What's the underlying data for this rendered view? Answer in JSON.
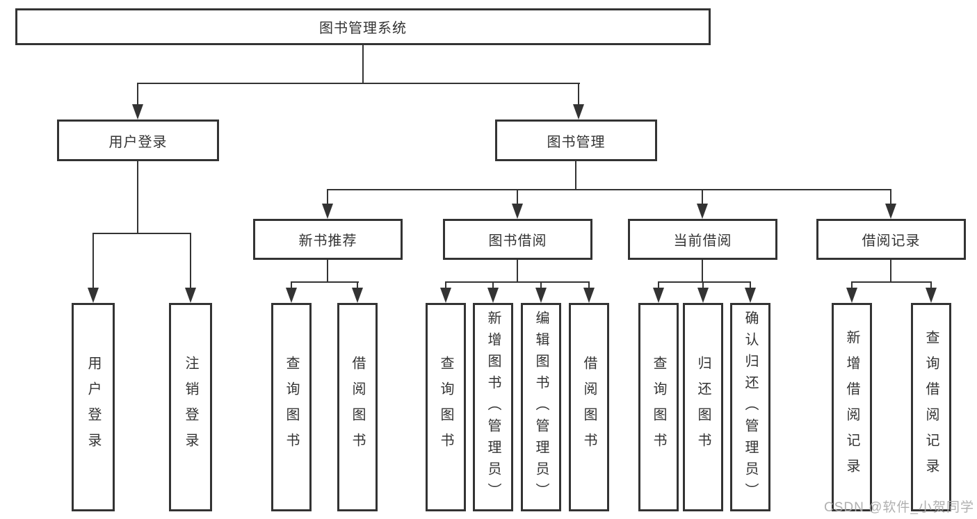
{
  "diagram": {
    "title_node": {
      "label": "图书管理系统"
    },
    "level2": [
      {
        "label": "用户登录"
      },
      {
        "label": "图书管理"
      }
    ],
    "level3": [
      {
        "label": "新书推荐"
      },
      {
        "label": "图书借阅"
      },
      {
        "label": "当前借阅"
      },
      {
        "label": "借阅记录"
      }
    ],
    "leaves": {
      "user_login": [
        {
          "label": "用户登录"
        },
        {
          "label": "注销登录"
        }
      ],
      "new_book": [
        {
          "label": "查询图书"
        },
        {
          "label": "借阅图书"
        }
      ],
      "book_borrow": [
        {
          "label": "查询图书"
        },
        {
          "label": "新增图书（管理员）"
        },
        {
          "label": "编辑图书（管理员）"
        },
        {
          "label": "借阅图书"
        }
      ],
      "current_borrow": [
        {
          "label": "查询图书"
        },
        {
          "label": "归还图书"
        },
        {
          "label": "确认归还（管理员）"
        }
      ],
      "borrow_records": [
        {
          "label": "新增借阅记录"
        },
        {
          "label": "查询借阅记录"
        }
      ]
    },
    "colors": {
      "line": "#333333",
      "node_border": "#333333",
      "background": "#ffffff",
      "watermark_text": "#acacac"
    },
    "watermark": {
      "text": "CSDN @软件_小贺同学"
    }
  }
}
